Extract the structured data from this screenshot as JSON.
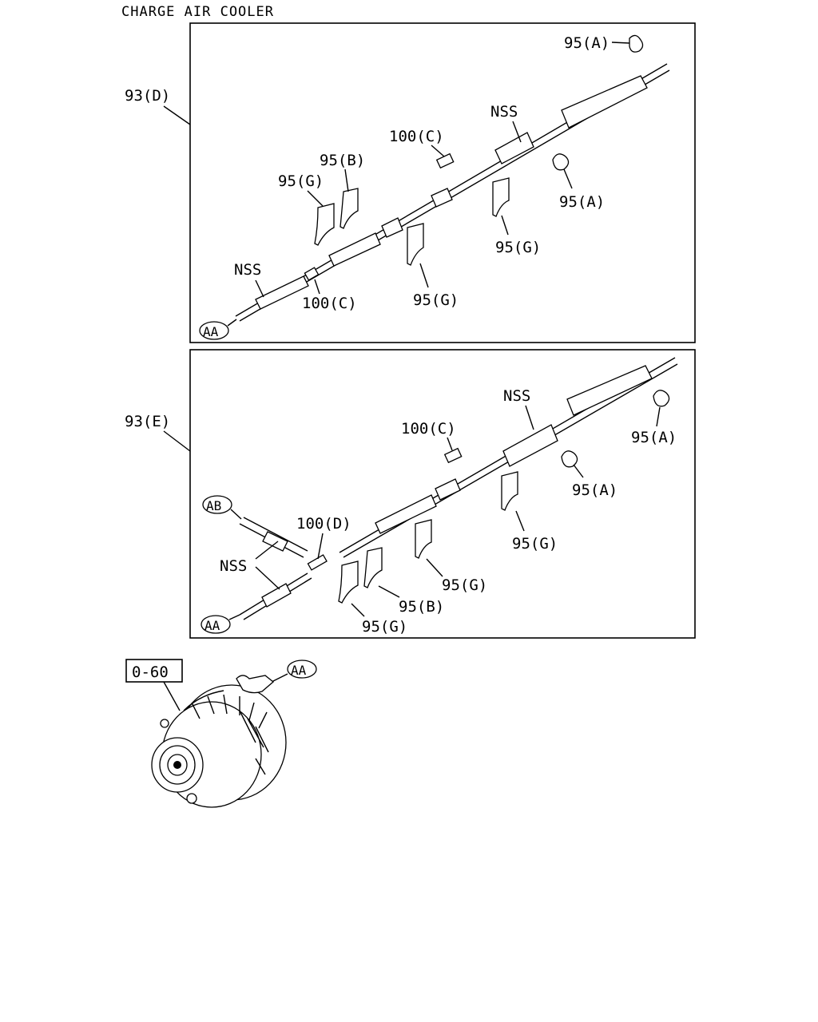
{
  "title": "CHARGE AIR COOLER",
  "panel_d": {
    "ref": "93(D)",
    "labels": {
      "a_top": "95(A)",
      "nss_top": "NSS",
      "c_top": "100(C)",
      "b": "95(B)",
      "g_left": "95(G)",
      "a_mid": "95(A)",
      "g_right": "95(G)",
      "nss_left": "NSS",
      "c_bottom": "100(C)",
      "g_bottom": "95(G)",
      "aa": "AA"
    }
  },
  "panel_e": {
    "ref": "93(E)",
    "labels": {
      "nss_top": "NSS",
      "c_top": "100(C)",
      "a_right": "95(A)",
      "a_mid": "95(A)",
      "ab": "AB",
      "d": "100(D)",
      "g_right": "95(G)",
      "nss_left": "NSS",
      "g_mid": "95(G)",
      "b": "95(B)",
      "g_bottom": "95(G)",
      "aa": "AA"
    }
  },
  "alternator": {
    "ref_box": "0-60",
    "aa": "AA"
  }
}
